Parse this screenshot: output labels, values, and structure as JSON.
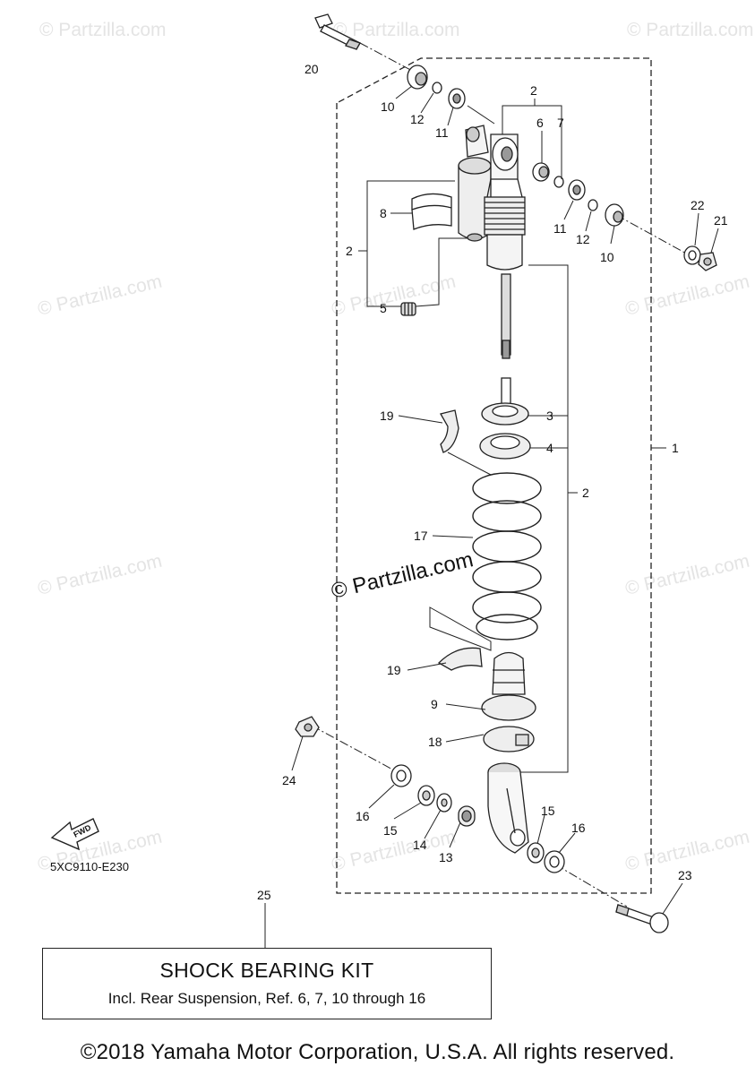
{
  "diagram": {
    "watermark": "© Partzilla.com",
    "center_watermark": "© Partzilla.com",
    "drawing_code": "5XC9110-E230",
    "fwd_label": "FWD",
    "labels": {
      "p1": "1",
      "p2a": "2",
      "p2b": "2",
      "p2c": "2",
      "p3": "3",
      "p4": "4",
      "p5": "5",
      "p6": "6",
      "p7": "7",
      "p8": "8",
      "p9": "9",
      "p10a": "10",
      "p10b": "10",
      "p11a": "11",
      "p11b": "11",
      "p12a": "12",
      "p12b": "12",
      "p13": "13",
      "p14": "14",
      "p15a": "15",
      "p15b": "15",
      "p16a": "16",
      "p16b": "16",
      "p17": "17",
      "p18": "18",
      "p19a": "19",
      "p19b": "19",
      "p20": "20",
      "p21": "21",
      "p22": "22",
      "p23": "23",
      "p24": "24",
      "p25": "25"
    }
  },
  "kit": {
    "title": "SHOCK BEARING KIT",
    "subtitle": "Incl. Rear Suspension, Ref. 6, 7, 10 through 16"
  },
  "footer": {
    "copyright": "©2018 Yamaha Motor Corporation, U.S.A. All rights reserved."
  }
}
